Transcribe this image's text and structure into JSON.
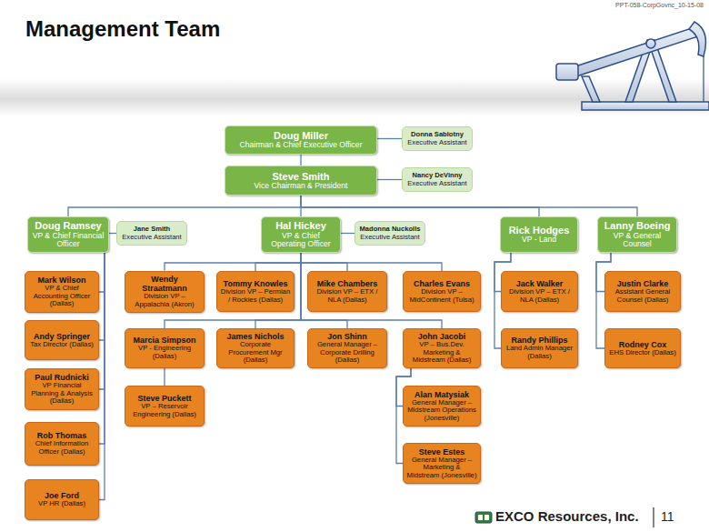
{
  "diagram": {
    "title": "Management Team",
    "nodes": [
      {
        "text": [
          "Doug Miller",
          "Chairman & Chief Executive Officer"
        ]
      },
      {
        "text": [
          "Donna Sablotny",
          "Executive Assistant"
        ]
      },
      {
        "text": [
          "Steve Smith",
          "Vice Chairman & President"
        ]
      },
      {
        "text": [
          "Nancy DeVinny",
          "Executive Assistant"
        ]
      },
      {
        "text": [
          "Doug Ramsey",
          "VP & Chief Financial Officer"
        ]
      },
      {
        "text": [
          "Jane Smith",
          "Executive Assistant"
        ]
      },
      {
        "text": [
          "Hal Hickey",
          "VP & Chief Operating Officer"
        ]
      },
      {
        "text": [
          "Madonna Nuckolls",
          "Executive Assistant"
        ]
      },
      {
        "text": [
          "Rick Hodges",
          "VP - Land"
        ]
      },
      {
        "text": [
          "Lanny Boeing",
          "VP & General Counsel"
        ]
      },
      {
        "text": [
          "Mark Wilson",
          "VP & Chief Accounting Officer (Dallas)"
        ]
      },
      {
        "text": [
          "Wendy Straatmann",
          "Division VP – Appalachia (Akron)"
        ]
      },
      {
        "text": [
          "Tommy Knowles",
          "Division VP – Permian / Rockies (Dallas)"
        ]
      },
      {
        "text": [
          "Mike Chambers",
          "Division VP – ETX / NLA (Dallas)"
        ]
      },
      {
        "text": [
          "Charles Evans",
          "Division VP – MidContinent (Tulsa)"
        ]
      },
      {
        "text": [
          "Jack Walker",
          "Division VP – ETX / NLA (Dallas)"
        ]
      },
      {
        "text": [
          "Justin Clarke",
          "Assistant General Counsel (Dallas)"
        ]
      },
      {
        "text": [
          "Andy Springer",
          "Tax Director (Dallas)"
        ]
      },
      {
        "text": [
          "Marcia Simpson",
          "VP - Engineering (Dallas)"
        ]
      },
      {
        "text": [
          "James Nichols",
          "Corporate Procurement Mgr (Dallas)"
        ]
      },
      {
        "text": [
          "Jon Shinn",
          "General Manager – Corporate Drilling (Dallas)"
        ]
      },
      {
        "text": [
          "John Jacobi",
          "VP – Bus.Dev. Marketing & Midstream (Dallas)"
        ]
      },
      {
        "text": [
          "Randy Phillips",
          "Land Admin Manager (Dallas)"
        ]
      },
      {
        "text": [
          "Rodney Cox",
          "EHS Director (Dallas)"
        ]
      },
      {
        "text": [
          "Paul Rudnicki",
          "VP Financial Planning & Analysis (Dallas)"
        ]
      },
      {
        "text": [
          "Steve Puckett",
          "VP – Reservoir Engineering (Dallas)"
        ]
      },
      {
        "text": [
          "Alan Matysiak",
          "General Manager – Midstream Operations (Jonesville)"
        ]
      },
      {
        "text": [
          "Rob Thomas",
          "Chief Information Officer (Dallas)"
        ]
      },
      {
        "text": [
          "Steve Estes",
          "General Manager – Marketing & Midstream (Jonesville)"
        ]
      },
      {
        "text": [
          "Joe Ford",
          "VP HR (Dallas)"
        ]
      }
    ],
    "edges": [
      {
        "from": 0,
        "to": 1,
        "arrow": "none"
      },
      {
        "from": 0,
        "to": 2,
        "arrow": "none"
      },
      {
        "from": 2,
        "to": 3,
        "arrow": "none"
      },
      {
        "from": 2,
        "to": 4,
        "arrow": "none"
      },
      {
        "from": 2,
        "to": 6,
        "arrow": "none"
      },
      {
        "from": 2,
        "to": 8,
        "arrow": "none"
      },
      {
        "from": 2,
        "to": 9,
        "arrow": "none"
      },
      {
        "from": 4,
        "to": 5,
        "arrow": "none"
      },
      {
        "from": 6,
        "to": 7,
        "arrow": "none"
      },
      {
        "from": 4,
        "to": 10,
        "arrow": "none"
      },
      {
        "from": 4,
        "to": 17,
        "arrow": "none"
      },
      {
        "from": 4,
        "to": 24,
        "arrow": "none"
      },
      {
        "from": 4,
        "to": 27,
        "arrow": "none"
      },
      {
        "from": 4,
        "to": 29,
        "arrow": "none"
      },
      {
        "from": 6,
        "to": 11,
        "arrow": "none"
      },
      {
        "from": 6,
        "to": 12,
        "arrow": "none"
      },
      {
        "from": 6,
        "to": 13,
        "arrow": "none"
      },
      {
        "from": 6,
        "to": 14,
        "arrow": "none"
      },
      {
        "from": 6,
        "to": 18,
        "arrow": "none"
      },
      {
        "from": 6,
        "to": 19,
        "arrow": "none"
      },
      {
        "from": 6,
        "to": 20,
        "arrow": "none"
      },
      {
        "from": 6,
        "to": 21,
        "arrow": "none"
      },
      {
        "from": 18,
        "to": 25,
        "arrow": "none"
      },
      {
        "from": 21,
        "to": 26,
        "arrow": "none"
      },
      {
        "from": 21,
        "to": 28,
        "arrow": "none"
      },
      {
        "from": 8,
        "to": 15,
        "arrow": "none"
      },
      {
        "from": 8,
        "to": 22,
        "arrow": "none"
      },
      {
        "from": 9,
        "to": 16,
        "arrow": "none"
      },
      {
        "from": 9,
        "to": 23,
        "arrow": "none"
      }
    ],
    "labels": [
      "PPT-058-CorpGovnc_10-15-08",
      "EXCO Resources, Inc.",
      "11"
    ]
  }
}
